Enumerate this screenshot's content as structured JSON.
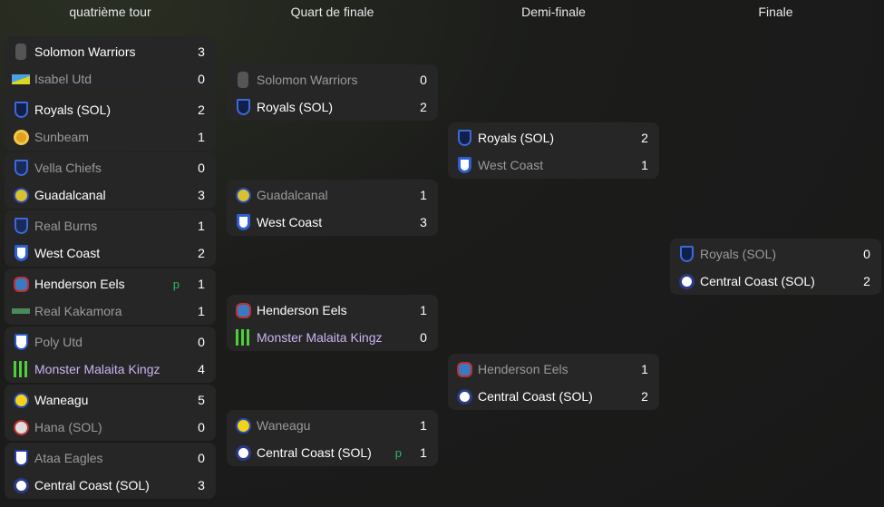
{
  "headers": [
    "quatrième tour",
    "Quart de finale",
    "Demi-finale",
    "Finale"
  ],
  "rounds": [
    [
      {
        "teams": [
          {
            "name": "Solomon Warriors",
            "score": "3",
            "win": true,
            "logo": "warriors-crest"
          },
          {
            "name": "Isabel Utd",
            "score": "0",
            "win": false,
            "logo": "isabel-flag"
          }
        ]
      },
      {
        "teams": [
          {
            "name": "Royals (SOL)",
            "score": "2",
            "win": true,
            "logo": "royals-shield"
          },
          {
            "name": "Sunbeam",
            "score": "1",
            "win": false,
            "logo": "sunbeam-badge"
          }
        ]
      },
      {
        "teams": [
          {
            "name": "Vella Chiefs",
            "score": "0",
            "win": false,
            "logo": "vella-shield"
          },
          {
            "name": "Guadalcanal",
            "score": "3",
            "win": true,
            "logo": "guadalcanal-badge"
          }
        ]
      },
      {
        "teams": [
          {
            "name": "Real Burns",
            "score": "1",
            "win": false,
            "logo": "burns-shield"
          },
          {
            "name": "West Coast",
            "score": "2",
            "win": true,
            "logo": "westcoast-shield"
          }
        ]
      },
      {
        "teams": [
          {
            "name": "Henderson Eels",
            "score": "1",
            "win": true,
            "pen": "p",
            "logo": "eels-badge"
          },
          {
            "name": "Real Kakamora",
            "score": "1",
            "win": false,
            "logo": "kakamora-badge"
          }
        ]
      },
      {
        "teams": [
          {
            "name": "Poly Utd",
            "score": "0",
            "win": false,
            "logo": "poly-shield"
          },
          {
            "name": "Monster Malaita Kingz",
            "score": "4",
            "win": true,
            "purple": true,
            "logo": "monster-claw"
          }
        ]
      },
      {
        "teams": [
          {
            "name": "Waneagu",
            "score": "5",
            "win": true,
            "logo": "waneagu-badge"
          },
          {
            "name": "Hana (SOL)",
            "score": "0",
            "win": false,
            "logo": "hana-badge"
          }
        ]
      },
      {
        "teams": [
          {
            "name": "Ataa Eagles",
            "score": "0",
            "win": false,
            "logo": "ataa-shield"
          },
          {
            "name": "Central Coast (SOL)",
            "score": "3",
            "win": true,
            "logo": "centralcoast-ball"
          }
        ]
      }
    ],
    [
      {
        "teams": [
          {
            "name": "Solomon Warriors",
            "score": "0",
            "win": false,
            "logo": "warriors-crest"
          },
          {
            "name": "Royals (SOL)",
            "score": "2",
            "win": true,
            "logo": "royals-shield"
          }
        ]
      },
      {
        "teams": [
          {
            "name": "Guadalcanal",
            "score": "1",
            "win": false,
            "logo": "guadalcanal-badge"
          },
          {
            "name": "West Coast",
            "score": "3",
            "win": true,
            "logo": "westcoast-shield"
          }
        ]
      },
      {
        "teams": [
          {
            "name": "Henderson Eels",
            "score": "1",
            "win": true,
            "logo": "eels-badge"
          },
          {
            "name": "Monster Malaita Kingz",
            "score": "0",
            "win": false,
            "purple": true,
            "logo": "monster-claw"
          }
        ]
      },
      {
        "teams": [
          {
            "name": "Waneagu",
            "score": "1",
            "win": false,
            "logo": "waneagu-badge"
          },
          {
            "name": "Central Coast (SOL)",
            "score": "1",
            "win": true,
            "pen": "p",
            "logo": "centralcoast-ball"
          }
        ]
      }
    ],
    [
      {
        "teams": [
          {
            "name": "Royals (SOL)",
            "score": "2",
            "win": true,
            "logo": "royals-shield"
          },
          {
            "name": "West Coast",
            "score": "1",
            "win": false,
            "logo": "westcoast-shield"
          }
        ]
      },
      {
        "teams": [
          {
            "name": "Henderson Eels",
            "score": "1",
            "win": false,
            "logo": "eels-badge"
          },
          {
            "name": "Central Coast (SOL)",
            "score": "2",
            "win": true,
            "logo": "centralcoast-ball"
          }
        ]
      }
    ],
    [
      {
        "teams": [
          {
            "name": "Royals (SOL)",
            "score": "0",
            "win": false,
            "logo": "royals-shield"
          },
          {
            "name": "Central Coast (SOL)",
            "score": "2",
            "win": true,
            "logo": "centralcoast-ball"
          }
        ]
      }
    ]
  ]
}
